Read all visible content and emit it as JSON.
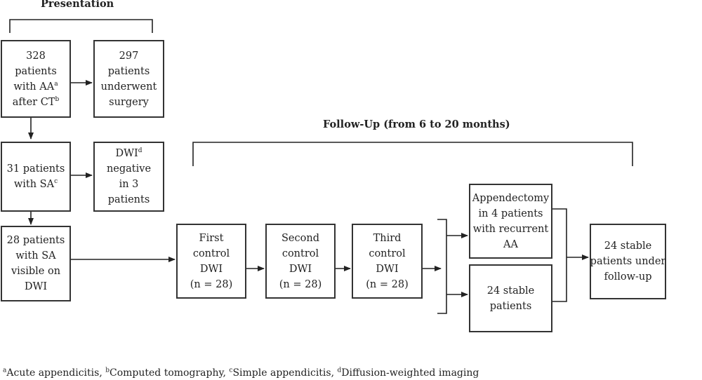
{
  "headers": {
    "presentation": "Presentation",
    "followup": "Follow-Up (from 6 to 20 months)"
  },
  "boxes": {
    "aa_count": [
      "328",
      "patients",
      "with AA",
      "after CT"
    ],
    "surgery": [
      "297",
      "patients",
      "underwent",
      "surgery"
    ],
    "sa_count": [
      "31 patients",
      "with SA"
    ],
    "dwi_negative": [
      "DWI",
      "negative",
      "in 3",
      "patients"
    ],
    "sa_visible": [
      "28 patients",
      "with SA",
      "visible on",
      "DWI"
    ],
    "first_control": [
      "First",
      "control",
      "DWI",
      "(n = 28)"
    ],
    "second_control": [
      "Second",
      "control",
      "DWI",
      "(n = 28)"
    ],
    "third_control": [
      "Third",
      "control",
      "DWI",
      "(n = 28)"
    ],
    "appendectomy": [
      "Appendectomy",
      "in 4 patients",
      "with recurrent",
      "AA"
    ],
    "stable_24": [
      "24 stable",
      "patients"
    ],
    "stable_followup": [
      "24 stable",
      "patients under",
      "follow-up"
    ]
  },
  "superscripts": {
    "a": "a",
    "b": "b",
    "c": "c",
    "d": "d"
  },
  "footnote": [
    {
      "mark": "a",
      "text": "Acute appendicitis, "
    },
    {
      "mark": "b",
      "text": "Computed tomography, "
    },
    {
      "mark": "c",
      "text": "Simple appendicitis, "
    },
    {
      "mark": "d",
      "text": "Diffusion-weighted imaging"
    }
  ]
}
